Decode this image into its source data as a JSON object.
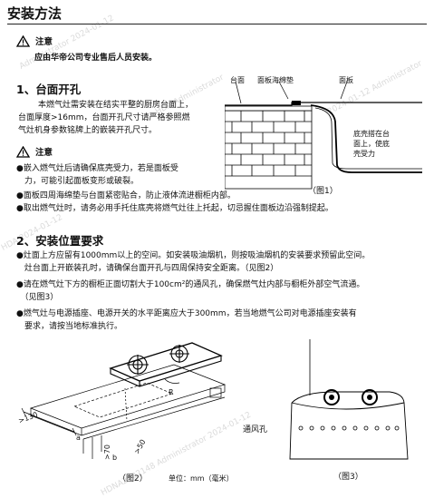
{
  "title": "安装方法",
  "notice1": {
    "label": "注意",
    "text": "应由华帝公司专业售后人员安装。"
  },
  "sec1": {
    "heading": "1、台面开孔",
    "para": [
      "本燃气灶需安装在结实平整的厨房台面上，",
      "台面厚度>16mm，台面开孔尺寸请严格参照燃",
      "气灶机身参数铭牌上的嵌装开孔尺寸。"
    ],
    "notice_label": "注意",
    "bullets": [
      "●嵌入燃气灶后请确保底壳受力，若是面板受",
      "　力，可能引起面板变形或破裂。",
      "●面板四周海绵垫与台面紧密贴合，防止液体流进橱柜内部。",
      "●取出燃气灶时，请务必用手托住底壳将燃气灶往上托起，切忌握住面板边沿强制提起。"
    ],
    "fig1": {
      "label_counter": "台面",
      "label_sponge": "面板海绵垫",
      "label_panel": "面板",
      "note": [
        "底壳搭在台",
        "面上，使底",
        "壳受力"
      ],
      "caption": "（图1）"
    }
  },
  "sec2": {
    "heading": "2、安装位置要求",
    "bullets": [
      "●灶面上方应留有1000mm以上的空间。如安装吸油烟机，则按吸油烟机的安装要求预留此空间。",
      "　灶台面上开嵌装孔时，请确保台面开孔与四周保持安全距离。（见图2）",
      "●请在燃气灶下方的橱柜正面切割大于100cm²的通风孔，确保燃气灶内部与橱柜外部空气流通。",
      "　（见图3）",
      "●燃气灶与电源插座、电源开关的水平距离应大于300mm，若当地燃气公司对电源插座安装有",
      "　要求，请按当地标准执行。"
    ]
  },
  "fig2": {
    "dims": [
      ">130",
      "a",
      ">70",
      "b",
      ">50",
      "R"
    ],
    "caption": "（图2）",
    "unit": "单位：mm（毫米）"
  },
  "fig3": {
    "label": "通风孔",
    "caption": "（图3）"
  },
  "watermarks": [
    "HDAdministrator 2024-01-12",
    "Administrator 2024-01-12",
    "HDA Administrator",
    "HDI 2024-01-12 Administrator",
    "HDA 2024-01-12",
    "HDNA2102148 Administrator 2024-01-12",
    "2024-01-12 Administrator"
  ]
}
